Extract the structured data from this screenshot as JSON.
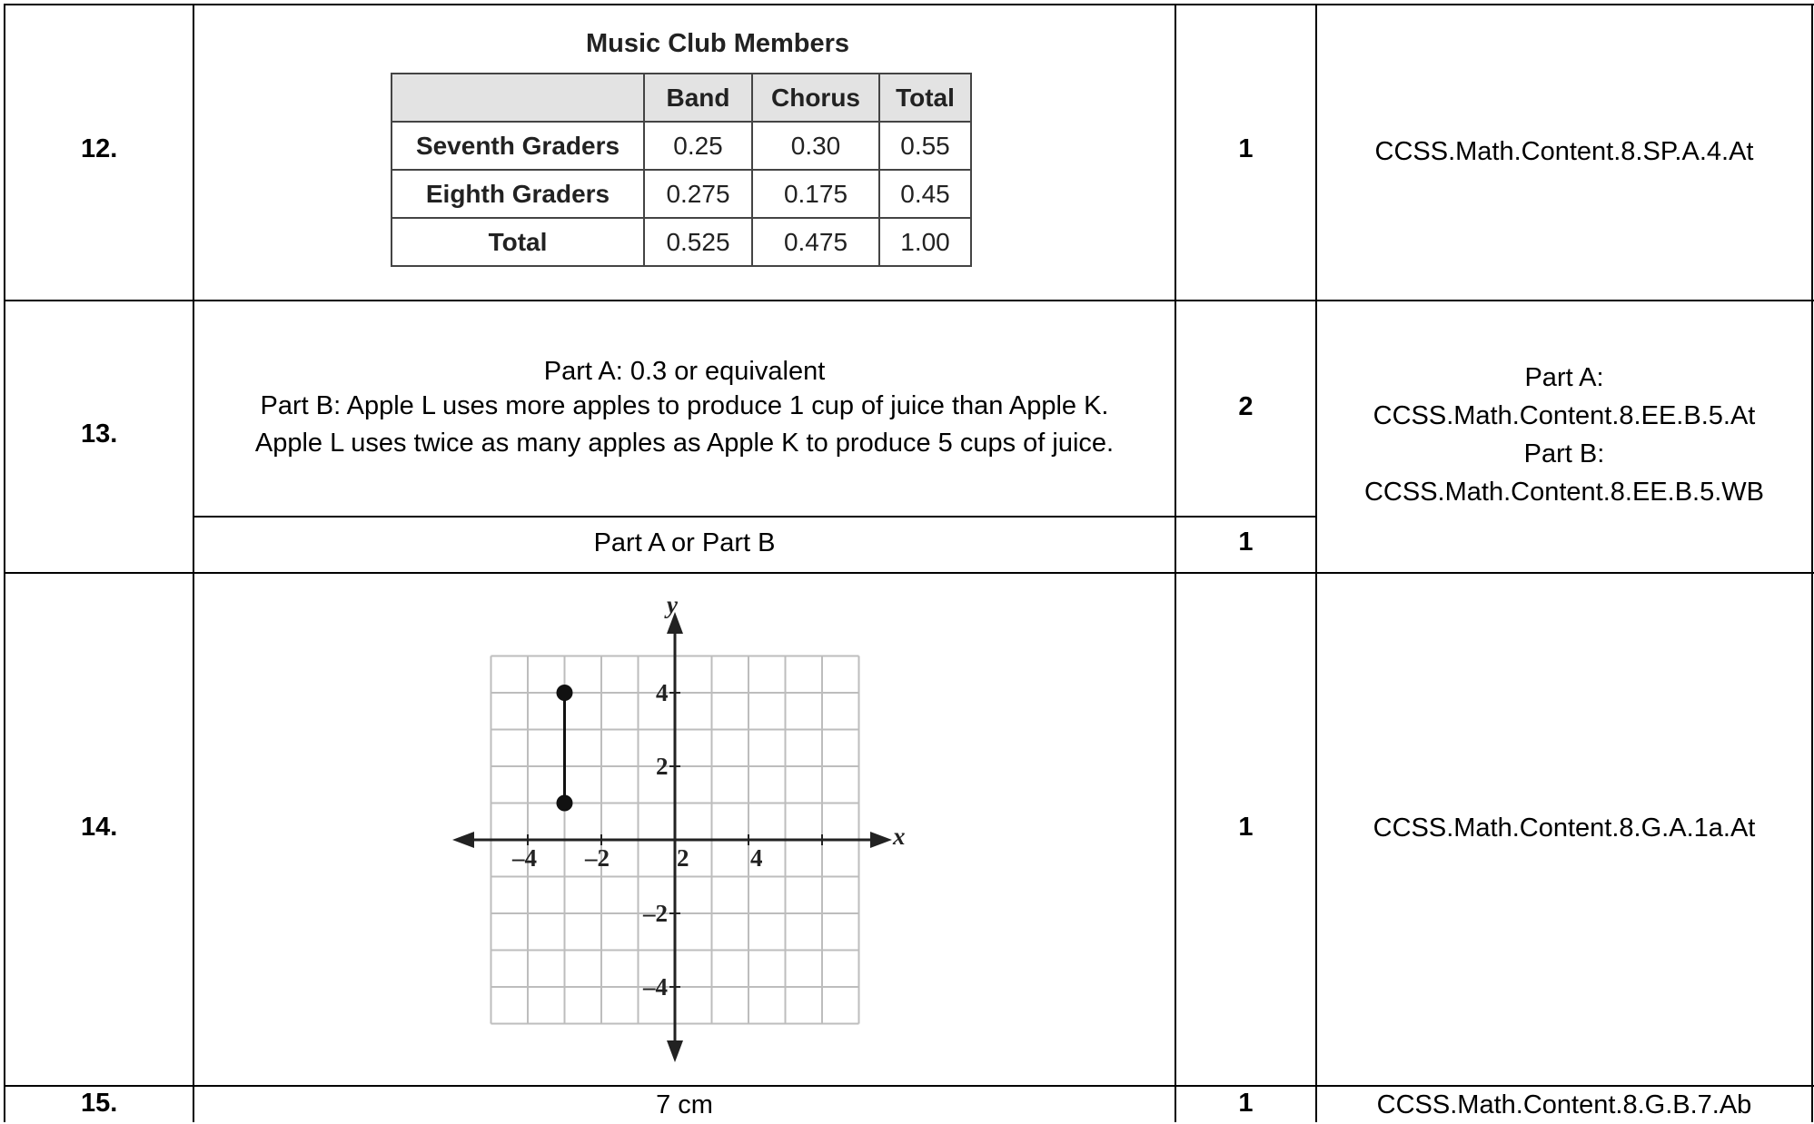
{
  "rows": [
    {
      "number": "12.",
      "points": "1",
      "standard": "CCSS.Math.Content.8.SP.A.4.At"
    },
    {
      "number": "13.",
      "points": "2",
      "points_b": "1",
      "answer_lines": [
        "Part A: 0.3 or equivalent",
        "Part B: Apple L uses more apples to produce 1 cup of juice than Apple K.",
        "Apple L uses twice as many apples as Apple K to produce 5 cups of juice."
      ],
      "partial_text": "Part A or Part B",
      "standard_lines": [
        "Part A:",
        "CCSS.Math.Content.8.EE.B.5.At",
        "Part B:",
        "CCSS.Math.Content.8.EE.B.5.WB"
      ]
    },
    {
      "number": "14.",
      "points": "1",
      "standard": "CCSS.Math.Content.8.G.A.1a.At"
    },
    {
      "number": "15.",
      "points": "1",
      "answer": "7 cm",
      "standard": "CCSS.Math.Content.8.G.B.7.Ab"
    }
  ],
  "music_table": {
    "title": "Music Club Members",
    "headers": [
      "",
      "Band",
      "Chorus",
      "Total"
    ],
    "rows": [
      [
        "Seventh Graders",
        "0.25",
        "0.30",
        "0.55"
      ],
      [
        "Eighth Graders",
        "0.275",
        "0.175",
        "0.45"
      ],
      [
        "Total",
        "0.525",
        "0.475",
        "1.00"
      ]
    ]
  },
  "graph": {
    "x_axis_label": "x",
    "y_axis_label": "y",
    "x_tick_labels": [
      "–4",
      "–2",
      "2",
      "4"
    ],
    "y_tick_labels": [
      "4",
      "2",
      "–2",
      "–4"
    ],
    "grid_range": [
      -5,
      5
    ],
    "segment": {
      "from": [
        -3,
        1
      ],
      "to": [
        -3,
        4
      ]
    }
  }
}
